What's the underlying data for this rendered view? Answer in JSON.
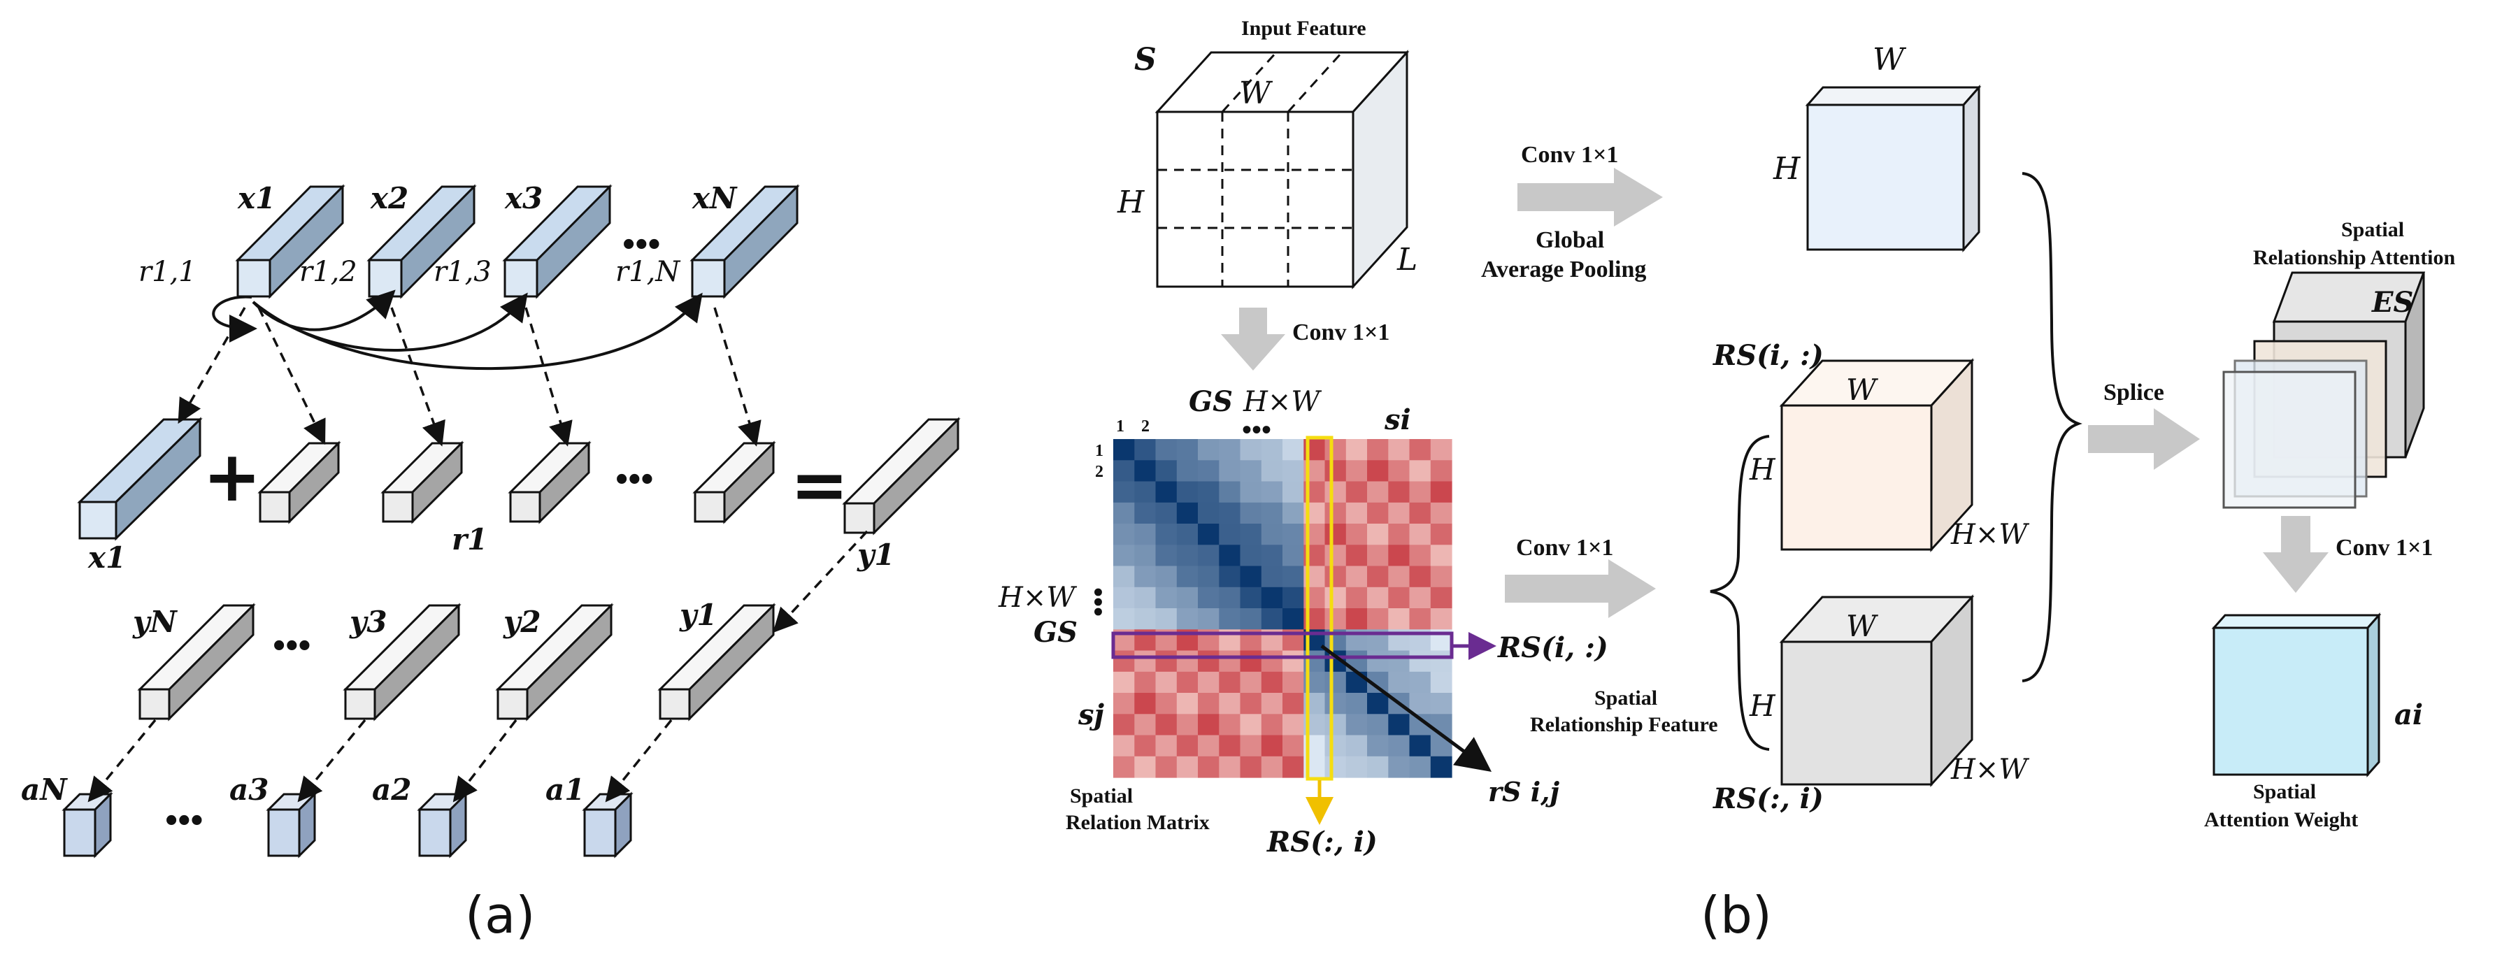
{
  "panel_a": {
    "caption": "(a)",
    "x_labels": [
      "x1",
      "x2",
      "x3",
      "xN"
    ],
    "r_labels": [
      "r1,1",
      "r1,2",
      "r1,3",
      "r1,N"
    ],
    "x1_bottom": "x1",
    "r1": "r1",
    "y1_top": "y1",
    "y_labels": [
      "yN",
      "y3",
      "y2",
      "y1"
    ],
    "a_labels": [
      "aN",
      "a3",
      "a2",
      "a1"
    ],
    "plus": "+",
    "equals": "=",
    "dots": "•••"
  },
  "panel_b": {
    "caption": "(b)",
    "input_feature": "Input Feature",
    "S": "S",
    "W": "W",
    "H": "H",
    "L": "L",
    "conv": "Conv 1×1",
    "global_line1": "Global",
    "global_line2": "Average Pooling",
    "gs_top": "GS",
    "hxw": "H×W",
    "si": "si",
    "sj": "sj",
    "tick1": "1",
    "tick2": "2",
    "gs_left": "GS",
    "rs_row": "RS(i, :)",
    "rs_col": "RS(:, i)",
    "r_ijs": "rS i,j",
    "matrix_line1": "Spatial",
    "matrix_line2": "Relation Matrix",
    "spatial_feat_line1": "Spatial",
    "spatial_feat_line2": "Relationship Feature",
    "splice": "Splice",
    "spatial_att_line1": "Spatial",
    "spatial_att_line2": "Relationship Attention",
    "es": "ES",
    "weight_line1": "Spatial",
    "weight_line2": "Attention Weight",
    "ai": "ai",
    "colors": {
      "cube_blue": "#e8f1fb",
      "cube_peach": "#fdf1e8",
      "cube_gray": "#e2e2e2",
      "weight_cyan": "#c8ecf8",
      "highlight_yellow": "#f5dd10",
      "highlight_purple": "#6a2c91",
      "arrow_gray": "#c8c8c8"
    }
  }
}
